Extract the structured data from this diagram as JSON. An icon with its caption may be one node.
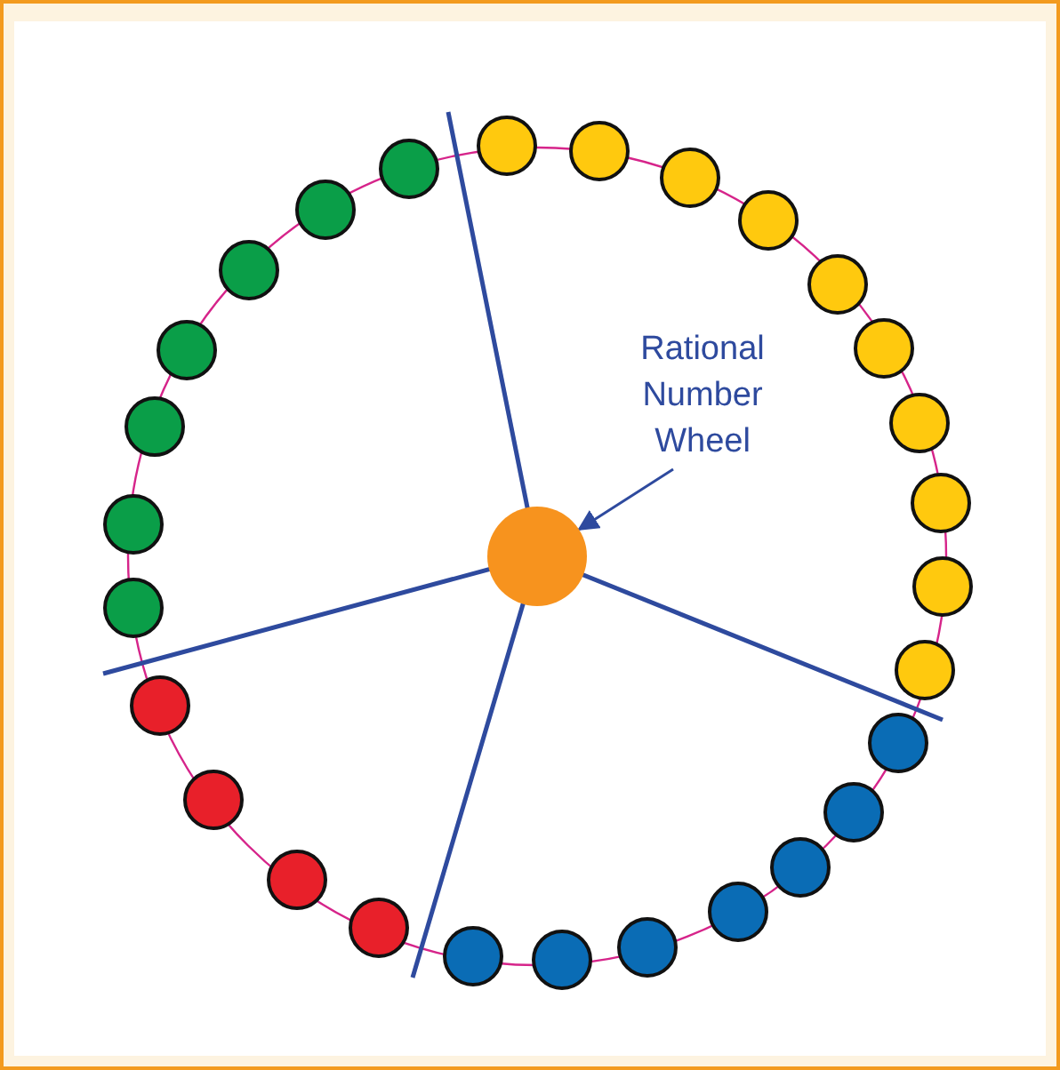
{
  "diagram": {
    "nodes": [
      {
        "text": [
          "Rational Number Wheel"
        ]
      },
      {
        "text": [],
        "shape": "circle"
      }
    ],
    "edges": [
      {
        "from": 0,
        "to": 1,
        "arrow": "to"
      }
    ]
  }
}
